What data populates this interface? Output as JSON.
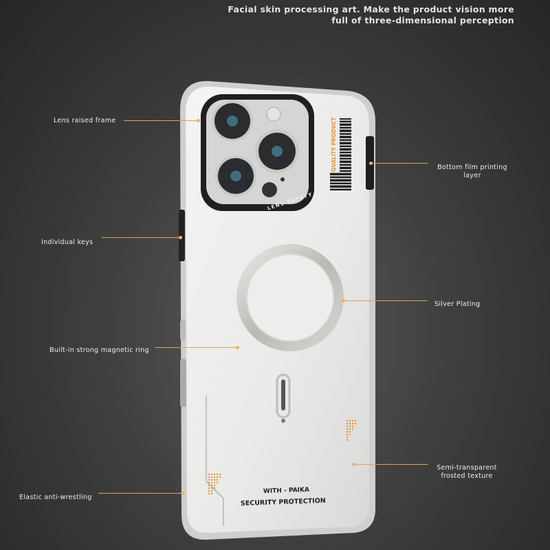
{
  "headline": {
    "line1": "Facial skin processing art. Make the product vision more",
    "line2": "full of three-dimensional perception"
  },
  "callouts": {
    "lens_frame": "Lens raised frame",
    "film_line1": "Bottom film printing",
    "film_line2": "layer",
    "keys": "Individual keys",
    "silver": "Silver Plating",
    "magnetic": "Built-in strong magnetic ring",
    "frosted_line1": "Semi-transparent",
    "frosted_line2": "frosted texture",
    "elastic": "Elastic anti-wrestling"
  },
  "case_print": {
    "lens_text": "LENS SAFETY",
    "barcode_text": "QUALITY PRODUCT",
    "brand_line1": "WITH - PAIKA",
    "brand_line2": "SECURITY PROTECTION"
  },
  "colors": {
    "accent": "#e8952e",
    "callout_line": "#d9a55a",
    "background": "#3f3f3f"
  }
}
